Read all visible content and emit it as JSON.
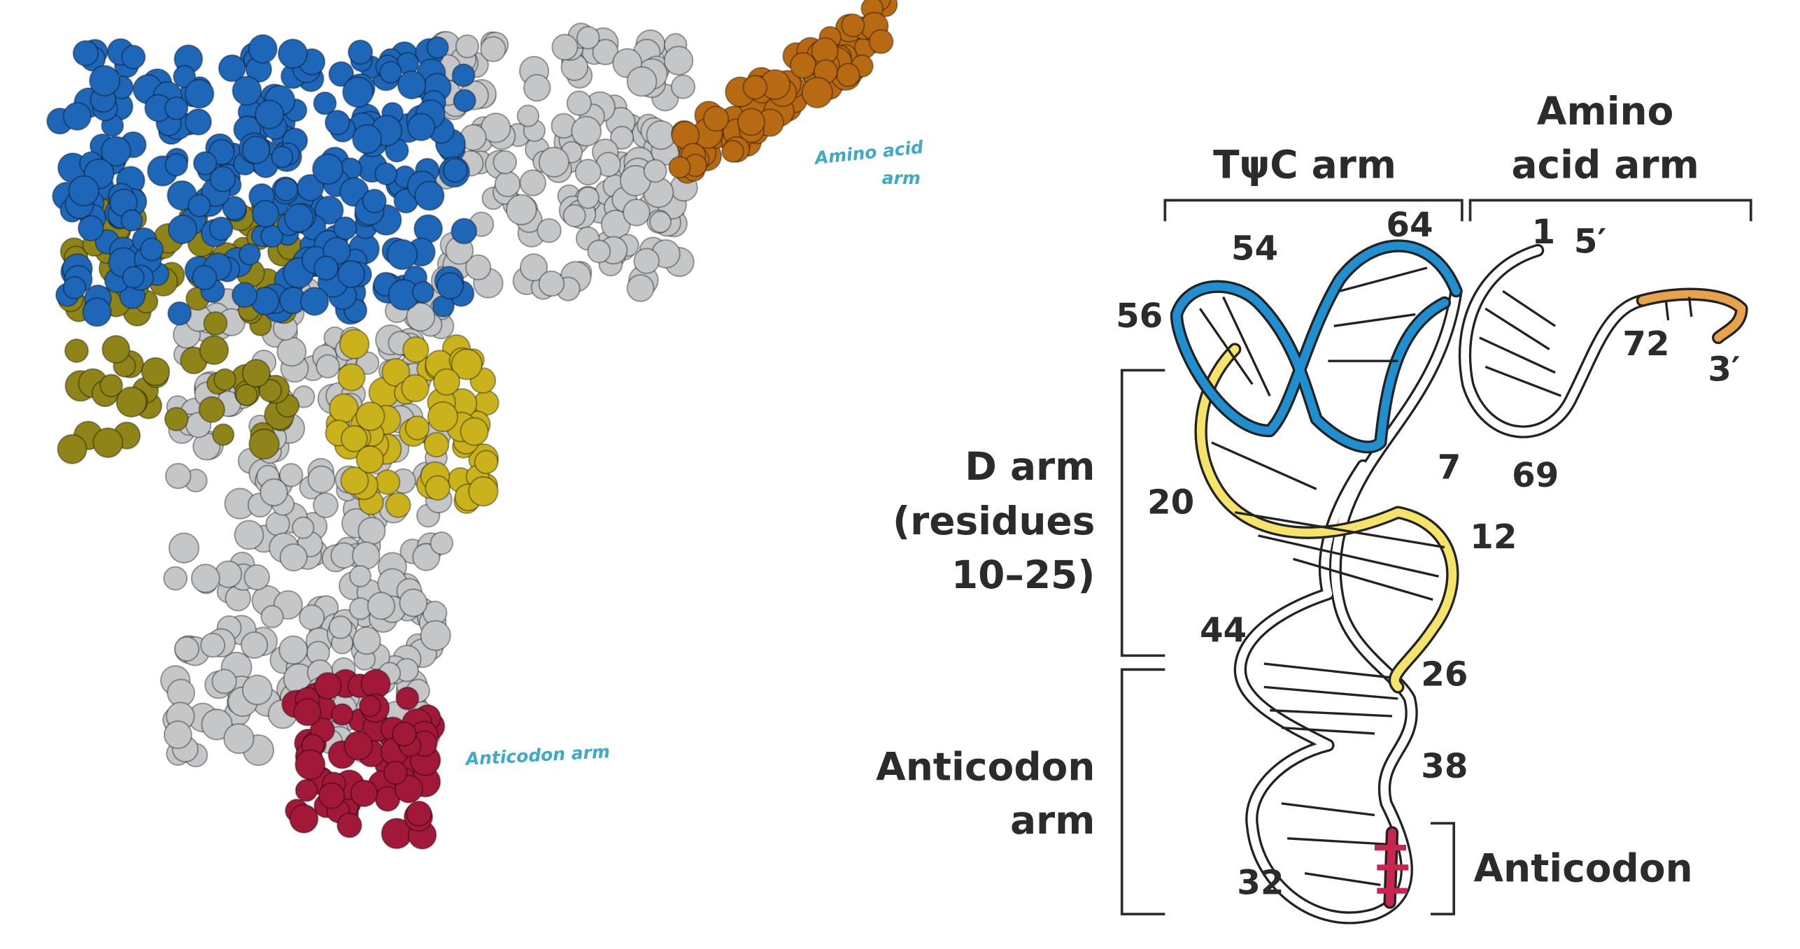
{
  "colors": {
    "tpsic_arm": "#1f8fd0",
    "d_arm": "#f5e36a",
    "amino_acid_end": "#e8a24a",
    "anticodon": "#c8264f",
    "model_blue": "#1e66b8",
    "model_gray": "#c4c6c8",
    "model_orange": "#b86a12",
    "model_olive": "#8f8418",
    "model_yellow": "#c9b21c",
    "model_red": "#a21838",
    "annotation": "#3fa9c8"
  },
  "model": {
    "annotations": {
      "amino_acid_line1": "Amino acid",
      "amino_acid_line2": "arm",
      "anticodon": "Anticodon arm"
    }
  },
  "schematic": {
    "tpsic_arm": "TψC arm",
    "amino_acid_arm_line1": "Amino",
    "amino_acid_arm_line2": "acid arm",
    "d_arm_line1": "D arm",
    "d_arm_line2": "(residues",
    "d_arm_line3": "10–25)",
    "anticodon_arm_line1": "Anticodon",
    "anticodon_arm_line2": "arm",
    "anticodon": "Anticodon",
    "residues": {
      "r54": "54",
      "r64": "64",
      "r1": "1",
      "r5p": "5′",
      "r56": "56",
      "r72": "72",
      "r3p": "3′",
      "r7": "7",
      "r69": "69",
      "r20": "20",
      "r12": "12",
      "r44": "44",
      "r26": "26",
      "r38": "38",
      "r32": "32"
    }
  }
}
